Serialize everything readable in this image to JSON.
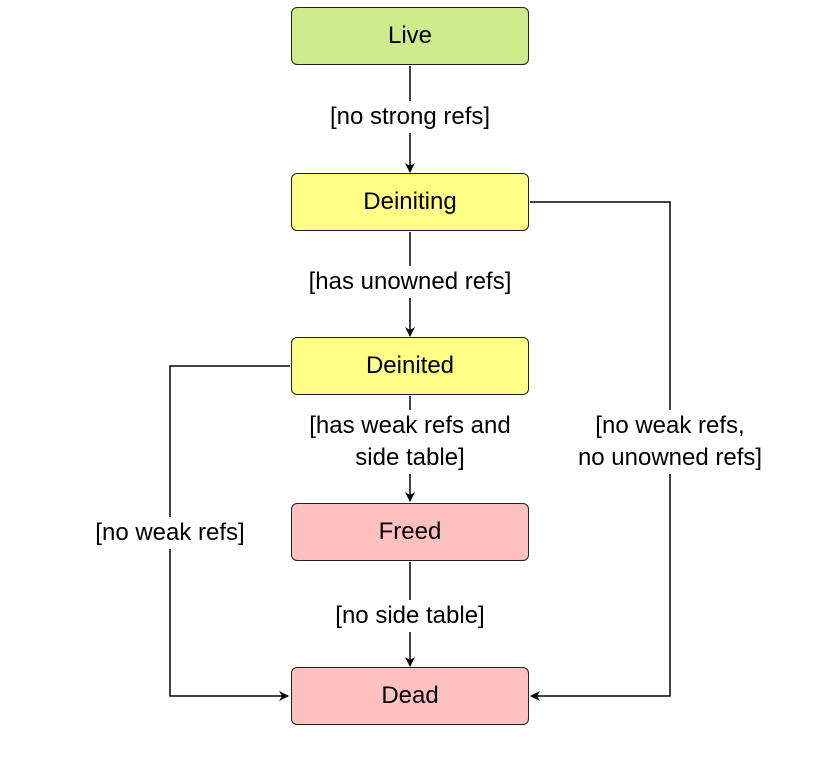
{
  "colors": {
    "live": "#cdeb8b",
    "deiniting": "#ffff88",
    "deinited": "#ffff88",
    "freed": "#ffc0c0",
    "dead": "#ffc0c0",
    "stroke": "#000000"
  },
  "states": {
    "live": "Live",
    "deiniting": "Deiniting",
    "deinited": "Deinited",
    "freed": "Freed",
    "dead": "Dead"
  },
  "transitions": {
    "live_to_deiniting": "[no strong refs]",
    "deiniting_to_deinited": "[has unowned refs]",
    "deinited_to_freed": [
      "[has weak refs and",
      "side table]"
    ],
    "freed_to_dead": "[no side table]",
    "deinited_to_dead": "[no weak refs]",
    "deiniting_to_dead": [
      "[no weak refs,",
      "no unowned refs]"
    ]
  }
}
